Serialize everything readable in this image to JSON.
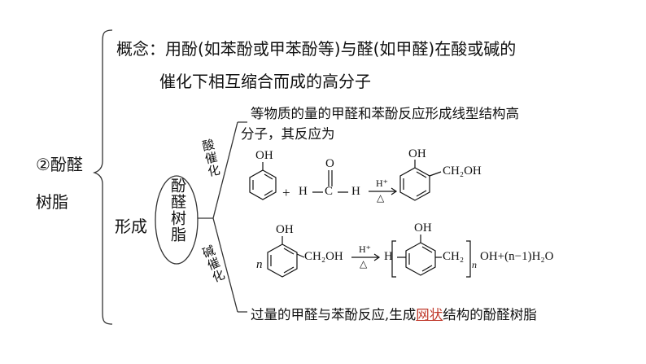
{
  "topic": {
    "label": "②酚醛树脂",
    "line1": "②酚醛",
    "line2": "树脂"
  },
  "concept": {
    "line1": "概念：用酚(如苯酚或甲苯酚等)与醛(如甲醛)在酸或碱的",
    "line2": "催化下相互缩合而成的高分子"
  },
  "formation": {
    "label": "形成",
    "ellipse_text": "酚醛树脂",
    "acid_label": "酸催化",
    "base_label": "碱催化",
    "acid_desc_line1": "等物质的量的甲醛和苯酚反应形成线型结构高",
    "acid_desc_line2": "分子，其反应为",
    "base_desc_prefix": "过量的甲醛与苯酚反应,生成",
    "base_desc_highlight": "网状",
    "base_desc_suffix": "结构的酚醛树脂"
  },
  "reaction1": {
    "oh": "OH",
    "plus": "+",
    "h_left": "H",
    "c": "C",
    "o": "O",
    "h_right": "H",
    "catalyst": "H⁺",
    "heat": "△",
    "product_oh": "OH",
    "product_group": "CH₂OH"
  },
  "reaction2": {
    "n": "n",
    "oh": "OH",
    "group": "CH₂OH",
    "catalyst": "H⁺",
    "heat": "△",
    "h_end": "H",
    "product_oh": "OH",
    "repeat_group": "CH₂",
    "subscript_n": "n",
    "tail": "OH+(n−1)H₂O"
  }
}
